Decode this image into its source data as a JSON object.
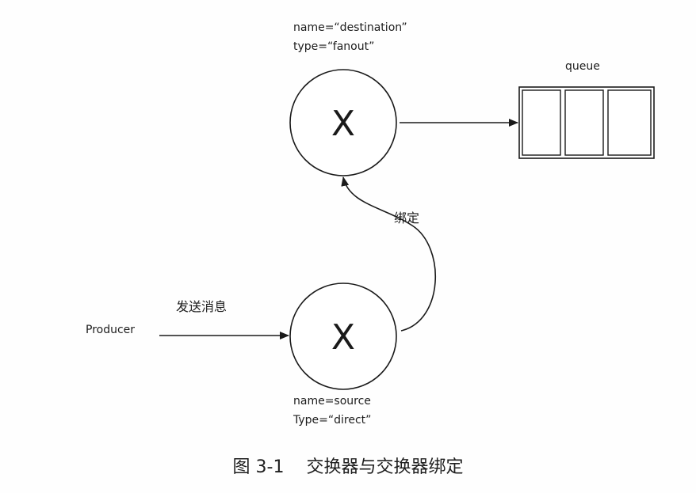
{
  "top_exchange": {
    "name_line": "name=“destination”",
    "type_line": "type=“fanout”",
    "symbol": "X"
  },
  "bottom_exchange": {
    "name_line": "name=source",
    "type_line": "Type=“direct”",
    "symbol": "X"
  },
  "queue": {
    "label": "queue"
  },
  "edges": {
    "binding_label": "绑定",
    "send_label": "发送消息"
  },
  "producer": {
    "label": "Producer"
  },
  "caption": {
    "figure_number": "图 3-1",
    "title": "交换器与交换器绑定"
  }
}
